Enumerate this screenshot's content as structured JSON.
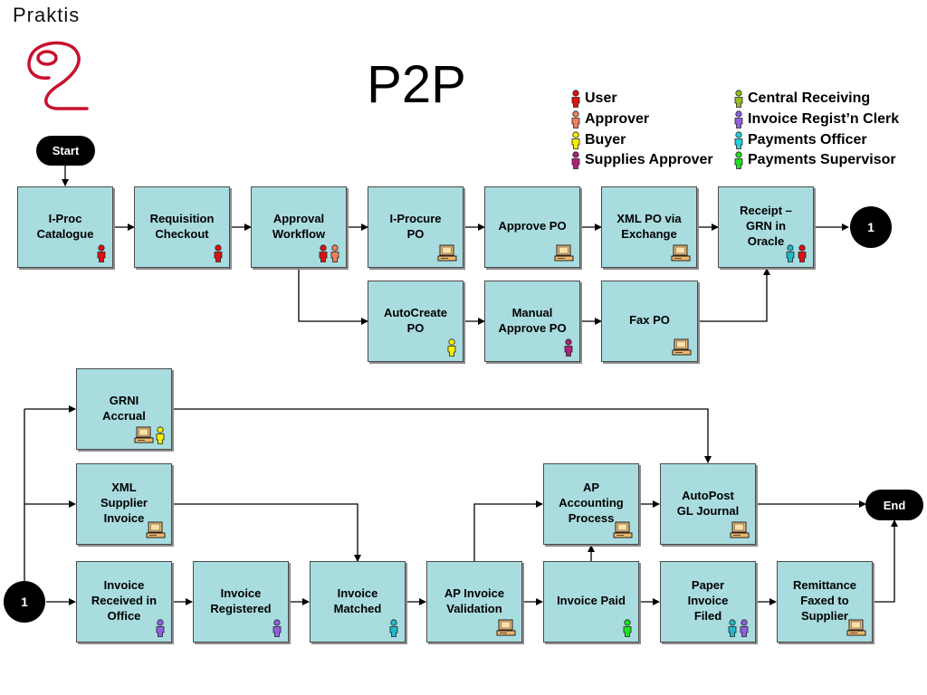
{
  "header": {
    "brand": "Praktis",
    "title": "P2P"
  },
  "legend": [
    {
      "label": "User",
      "color": "#e01010"
    },
    {
      "label": "Approver",
      "color": "#f08060"
    },
    {
      "label": "Buyer",
      "color": "#f5f000"
    },
    {
      "label": "Supplies Approver",
      "color": "#b0207a"
    },
    {
      "label": "Central Receiving",
      "color": "#90c020"
    },
    {
      "label": "Invoice Regist’n Clerk",
      "color": "#9060e0"
    },
    {
      "label": "Payments Officer",
      "color": "#20d0e0"
    },
    {
      "label": "Payments Supervisor",
      "color": "#20e020"
    }
  ],
  "terminals": {
    "start": "Start",
    "end": "End",
    "connector_top": "1",
    "connector_bottom": "1"
  },
  "boxes": [
    {
      "id": "iproc-catalogue",
      "label": "I-Proc\nCatalogue",
      "icons": [
        "user-icon-red"
      ]
    },
    {
      "id": "requisition-checkout",
      "label": "Requisition\nCheckout",
      "icons": [
        "user-icon-red"
      ]
    },
    {
      "id": "approval-workflow",
      "label": "Approval\nWorkflow",
      "icons": [
        "user-icon-red",
        "approver-icon-salmon"
      ]
    },
    {
      "id": "iprocure-po",
      "label": "I-Procure\nPO",
      "icons": [
        "computer-icon"
      ]
    },
    {
      "id": "approve-po",
      "label": "Approve PO",
      "icons": [
        "computer-icon"
      ]
    },
    {
      "id": "xml-po-exchange",
      "label": "XML PO via\nExchange",
      "icons": [
        "computer-icon"
      ]
    },
    {
      "id": "receipt-grn",
      "label": "Receipt –\nGRN in\nOracle",
      "icons": [
        "payments-officer-icon-teal",
        "user-icon-red"
      ]
    },
    {
      "id": "autocreate-po",
      "label": "AutoCreate\nPO",
      "icons": [
        "buyer-icon-yellow"
      ]
    },
    {
      "id": "manual-approve-po",
      "label": "Manual\nApprove PO",
      "icons": [
        "supplies-approver-icon-magenta"
      ]
    },
    {
      "id": "fax-po",
      "label": "Fax PO",
      "icons": [
        "computer-icon"
      ]
    },
    {
      "id": "grni-accrual",
      "label": "GRNI\nAccrual",
      "icons": [
        "computer-icon",
        "buyer-icon-yellow"
      ]
    },
    {
      "id": "xml-supplier-invoice",
      "label": "XML\nSupplier\nInvoice",
      "icons": [
        "computer-icon"
      ]
    },
    {
      "id": "invoice-received",
      "label": "Invoice\nReceived in\nOffice",
      "icons": [
        "clerk-icon-purple"
      ]
    },
    {
      "id": "invoice-registered",
      "label": "Invoice\nRegistered",
      "icons": [
        "clerk-icon-purple"
      ]
    },
    {
      "id": "invoice-matched",
      "label": "Invoice\nMatched",
      "icons": [
        "payments-officer-icon-teal"
      ]
    },
    {
      "id": "ap-invoice-validation",
      "label": "AP Invoice\nValidation",
      "icons": [
        "computer-icon"
      ]
    },
    {
      "id": "ap-accounting-process",
      "label": "AP\nAccounting\nProcess",
      "icons": [
        "computer-icon"
      ]
    },
    {
      "id": "autopost-gl-journal",
      "label": "AutoPost\nGL Journal",
      "icons": [
        "computer-icon"
      ]
    },
    {
      "id": "invoice-paid",
      "label": "Invoice Paid",
      "icons": [
        "payments-supervisor-icon-green"
      ]
    },
    {
      "id": "paper-invoice-filed",
      "label": "Paper\nInvoice\nFiled",
      "icons": [
        "payments-officer-icon-teal",
        "clerk-icon-purple"
      ]
    },
    {
      "id": "remittance-faxed",
      "label": "Remittance\nFaxed to\nSupplier",
      "icons": [
        "computer-icon"
      ]
    }
  ]
}
